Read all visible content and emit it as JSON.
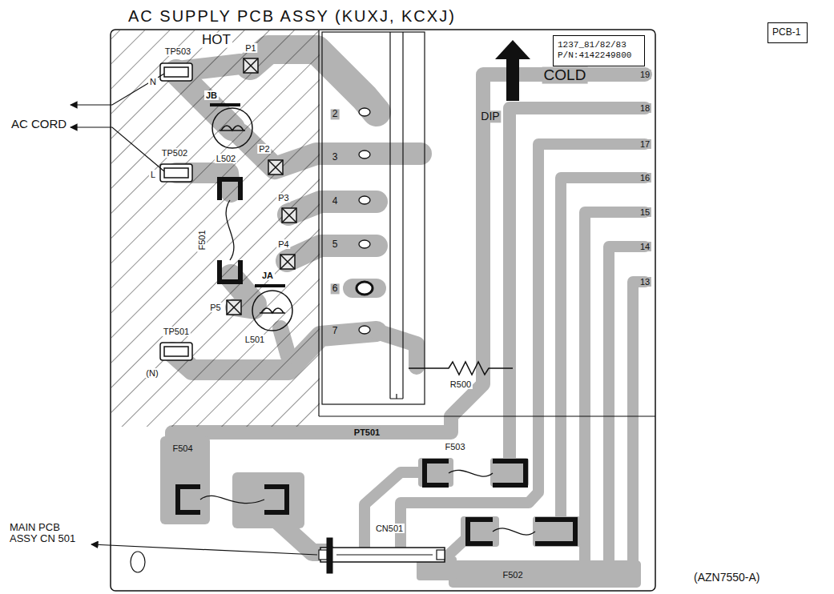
{
  "diagram": {
    "title": "AC SUPPLY PCB ASSY (KUXJ, KCXJ)",
    "caption": "(AZN7550-A)",
    "nodes": [
      {
        "text": [
          "PCB-1"
        ]
      },
      {
        "text": [
          "1237_81/82/83 P/N:4142249800"
        ]
      }
    ],
    "labels": [
      "AC CORD",
      "HOT",
      "TP503",
      "N",
      "P1",
      "JB",
      "2",
      "TP502",
      "L",
      "L502",
      "P2",
      "3",
      "P3",
      "4",
      "P4",
      "5",
      "F501",
      "JA",
      "P5",
      "6",
      "L501",
      "TP501",
      "7",
      "(N)",
      "COLD",
      "DIP",
      "19",
      "18",
      "17",
      "16",
      "15",
      "14",
      "13",
      "R500",
      "PT501",
      "F503",
      "F504",
      "MAIN PCB ASSY CN 501",
      "CN501",
      "F502"
    ]
  }
}
